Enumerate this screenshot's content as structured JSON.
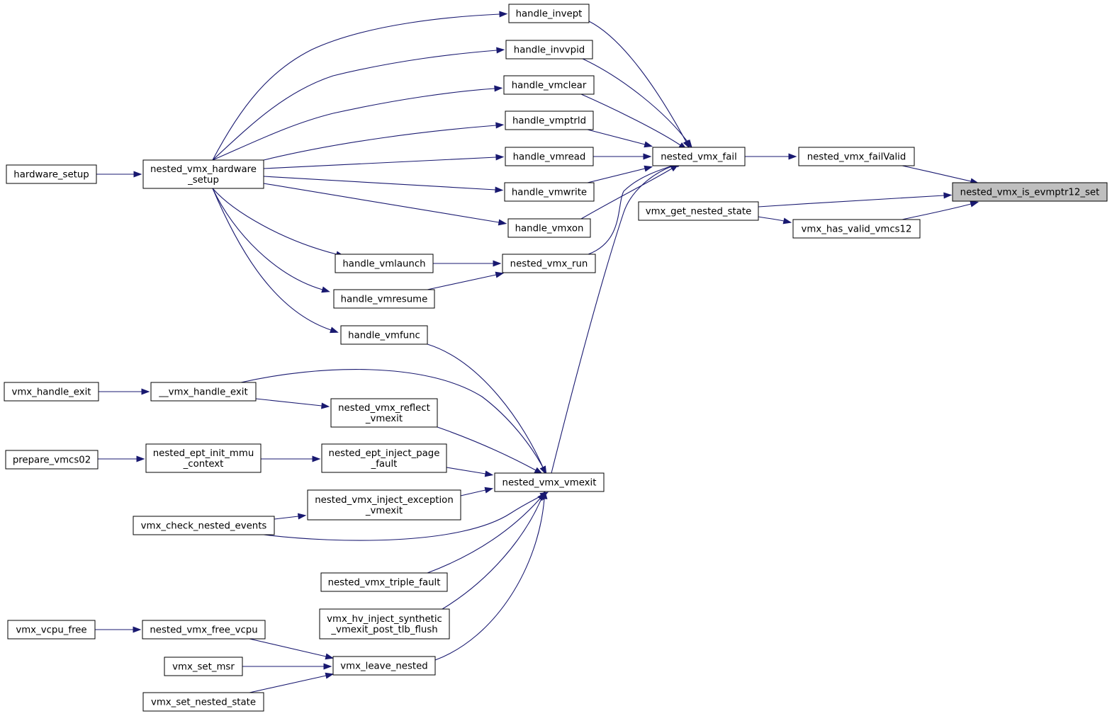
{
  "diagram": {
    "root": "nested_vmx_is_evmptr12_set",
    "nodes": {
      "root": [
        "nested_vmx_is_evmptr12_set"
      ],
      "failValid": [
        "nested_vmx_failValid"
      ],
      "getNested": [
        "vmx_get_nested_state"
      ],
      "hasValid": [
        "vmx_has_valid_vmcs12"
      ],
      "fail": [
        "nested_vmx_fail"
      ],
      "invept": [
        "handle_invept"
      ],
      "invvpid": [
        "handle_invvpid"
      ],
      "vmclear": [
        "handle_vmclear"
      ],
      "vmptrld": [
        "handle_vmptrld"
      ],
      "vmread": [
        "handle_vmread"
      ],
      "vmwrite": [
        "handle_vmwrite"
      ],
      "vmxon": [
        "handle_vmxon"
      ],
      "run": [
        "nested_vmx_run"
      ],
      "vmlaunch": [
        "handle_vmlaunch"
      ],
      "vmresume": [
        "handle_vmresume"
      ],
      "vmfunc": [
        "handle_vmfunc"
      ],
      "hwSetup": [
        "nested_vmx_hardware",
        "_setup"
      ],
      "hardwareSetup": [
        "hardware_setup"
      ],
      "vmexit": [
        "nested_vmx_vmexit"
      ],
      "vmxHandleExit2": [
        "__vmx_handle_exit"
      ],
      "vmxHandleExit": [
        "vmx_handle_exit"
      ],
      "reflect": [
        "nested_vmx_reflect",
        "_vmexit"
      ],
      "eptInject": [
        "nested_ept_inject_page",
        "_fault"
      ],
      "eptInit": [
        "nested_ept_init_mmu",
        "_context"
      ],
      "prepareVmcs02": [
        "prepare_vmcs02"
      ],
      "injectExc": [
        "nested_vmx_inject_exception",
        "_vmexit"
      ],
      "checkNested": [
        "vmx_check_nested_events"
      ],
      "tripleFault": [
        "nested_vmx_triple_fault"
      ],
      "hvInject": [
        "vmx_hv_inject_synthetic",
        "_vmexit_post_tlb_flush"
      ],
      "leave": [
        "vmx_leave_nested"
      ],
      "freeVcpu": [
        "nested_vmx_free_vcpu"
      ],
      "vcpuFree": [
        "vmx_vcpu_free"
      ],
      "setMsr": [
        "vmx_set_msr"
      ],
      "setNested": [
        "vmx_set_nested_state"
      ]
    },
    "edges": [
      [
        "failValid",
        "root"
      ],
      [
        "getNested",
        "root"
      ],
      [
        "hasValid",
        "root"
      ],
      [
        "fail",
        "failValid"
      ],
      [
        "getNested",
        "hasValid"
      ],
      [
        "invept",
        "fail"
      ],
      [
        "invvpid",
        "fail"
      ],
      [
        "vmclear",
        "fail"
      ],
      [
        "vmptrld",
        "fail"
      ],
      [
        "vmread",
        "fail"
      ],
      [
        "vmwrite",
        "fail"
      ],
      [
        "vmxon",
        "fail"
      ],
      [
        "run",
        "fail"
      ],
      [
        "vmexit",
        "fail"
      ],
      [
        "hwSetup",
        "invept"
      ],
      [
        "hwSetup",
        "invvpid"
      ],
      [
        "hwSetup",
        "vmclear"
      ],
      [
        "hwSetup",
        "vmptrld"
      ],
      [
        "hwSetup",
        "vmread"
      ],
      [
        "hwSetup",
        "vmwrite"
      ],
      [
        "hwSetup",
        "vmxon"
      ],
      [
        "hwSetup",
        "vmlaunch"
      ],
      [
        "hwSetup",
        "vmresume"
      ],
      [
        "hwSetup",
        "vmfunc"
      ],
      [
        "vmlaunch",
        "run"
      ],
      [
        "vmresume",
        "run"
      ],
      [
        "hardwareSetup",
        "hwSetup"
      ],
      [
        "vmxHandleExit",
        "vmxHandleExit2"
      ],
      [
        "vmxHandleExit2",
        "reflect"
      ],
      [
        "vmxHandleExit2",
        "vmexit"
      ],
      [
        "vmfunc",
        "vmexit"
      ],
      [
        "reflect",
        "vmexit"
      ],
      [
        "eptInject",
        "vmexit"
      ],
      [
        "injectExc",
        "vmexit"
      ],
      [
        "checkNested",
        "vmexit"
      ],
      [
        "tripleFault",
        "vmexit"
      ],
      [
        "hvInject",
        "vmexit"
      ],
      [
        "leave",
        "vmexit"
      ],
      [
        "eptInit",
        "eptInject"
      ],
      [
        "prepareVmcs02",
        "eptInit"
      ],
      [
        "checkNested",
        "injectExc"
      ],
      [
        "vcpuFree",
        "freeVcpu"
      ],
      [
        "freeVcpu",
        "leave"
      ],
      [
        "setMsr",
        "leave"
      ],
      [
        "setNested",
        "leave"
      ]
    ]
  }
}
